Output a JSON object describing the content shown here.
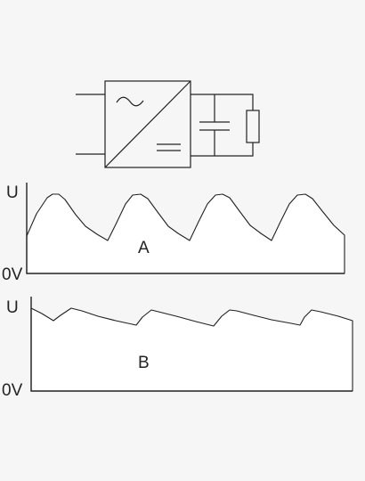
{
  "labels": {
    "graph_a_y": "U",
    "graph_a_zero": "0V",
    "graph_a_name": "A",
    "graph_b_y": "U",
    "graph_b_zero": "0V",
    "graph_b_name": "B"
  },
  "icons": {
    "converter": "ac-dc-converter-symbol",
    "capacitor": "capacitor-symbol",
    "load": "resistor-symbol"
  },
  "colors": {
    "background": "#f6f6f6",
    "line": "#222222",
    "fill": "#ffffff"
  }
}
